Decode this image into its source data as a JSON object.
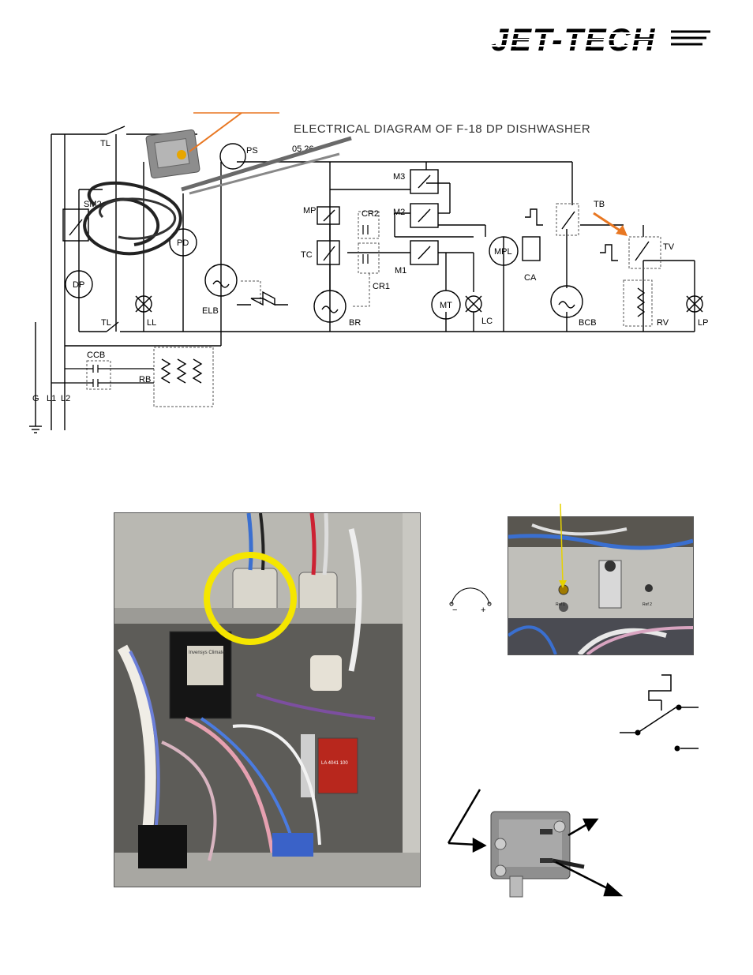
{
  "header": {
    "logo_text": "JET-TECH"
  },
  "diagram": {
    "title": "ELECTRICAL DIAGRAM OF F-18 DP DISHWASHER",
    "date_fragment": "05.26",
    "labels": {
      "tl_top": "TL",
      "ps": "PS",
      "sm2": "SM2",
      "pd": "PD",
      "dp": "DP",
      "elb": "ELB",
      "ll": "LL",
      "tl_bottom": "TL",
      "m3": "M3",
      "m2": "M2",
      "m1": "M1",
      "mp": "MP",
      "tc": "TC",
      "cr2": "CR2",
      "cr1": "CR1",
      "br": "BR",
      "mt": "MT",
      "lc": "LC",
      "mpl": "MPL",
      "ca": "CA",
      "tb": "TB",
      "bcb": "BCB",
      "tv": "TV",
      "rv": "RV",
      "lp": "LP",
      "ccb": "CCB",
      "rb": "RB",
      "g": "G",
      "l1": "L1",
      "l2": "L2"
    }
  },
  "photos": {
    "control_box": {
      "label_text": "Invensys Climate",
      "coil_text": "LA 4041 100"
    },
    "thermostat_panel": {
      "minus": "−",
      "plus": "+",
      "marking_left": "Ref 1",
      "marking_right": "Ref 2"
    }
  },
  "colors": {
    "highlight_circle": "#f5e600",
    "arrow_orange": "#e87722",
    "pointer_yellow": "#e6d200"
  }
}
